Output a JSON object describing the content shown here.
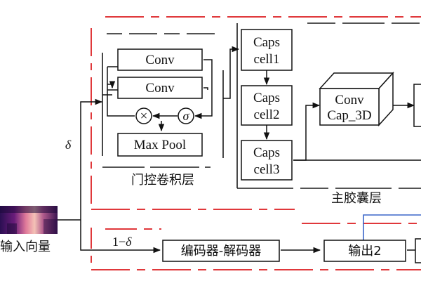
{
  "blocks": {
    "conv1": "Conv",
    "conv2": "Conv",
    "maxpool": "Max Pool",
    "caps1_a": "Caps",
    "caps1_b": "cell1",
    "caps2_a": "Caps",
    "caps2_b": "cell2",
    "caps3_a": "Caps",
    "caps3_b": "cell3",
    "convcap_a": "Conv",
    "convcap_b": "Cap_3D",
    "encdec": "编码器-解码器",
    "output2": "输出2"
  },
  "operators": {
    "multiply": "×",
    "sigma": "σ"
  },
  "labels": {
    "gated_conv": "门控卷积层",
    "main_capsule": "主胶囊层",
    "input_vector": "输入向量",
    "delta": "δ",
    "one_minus_delta_prefix": "1−",
    "one_minus_delta_symbol": "δ"
  },
  "colors": {
    "dash_red": "#e0383b",
    "dash_black": "#1a1a1a",
    "line_blue": "#3b67c9"
  }
}
